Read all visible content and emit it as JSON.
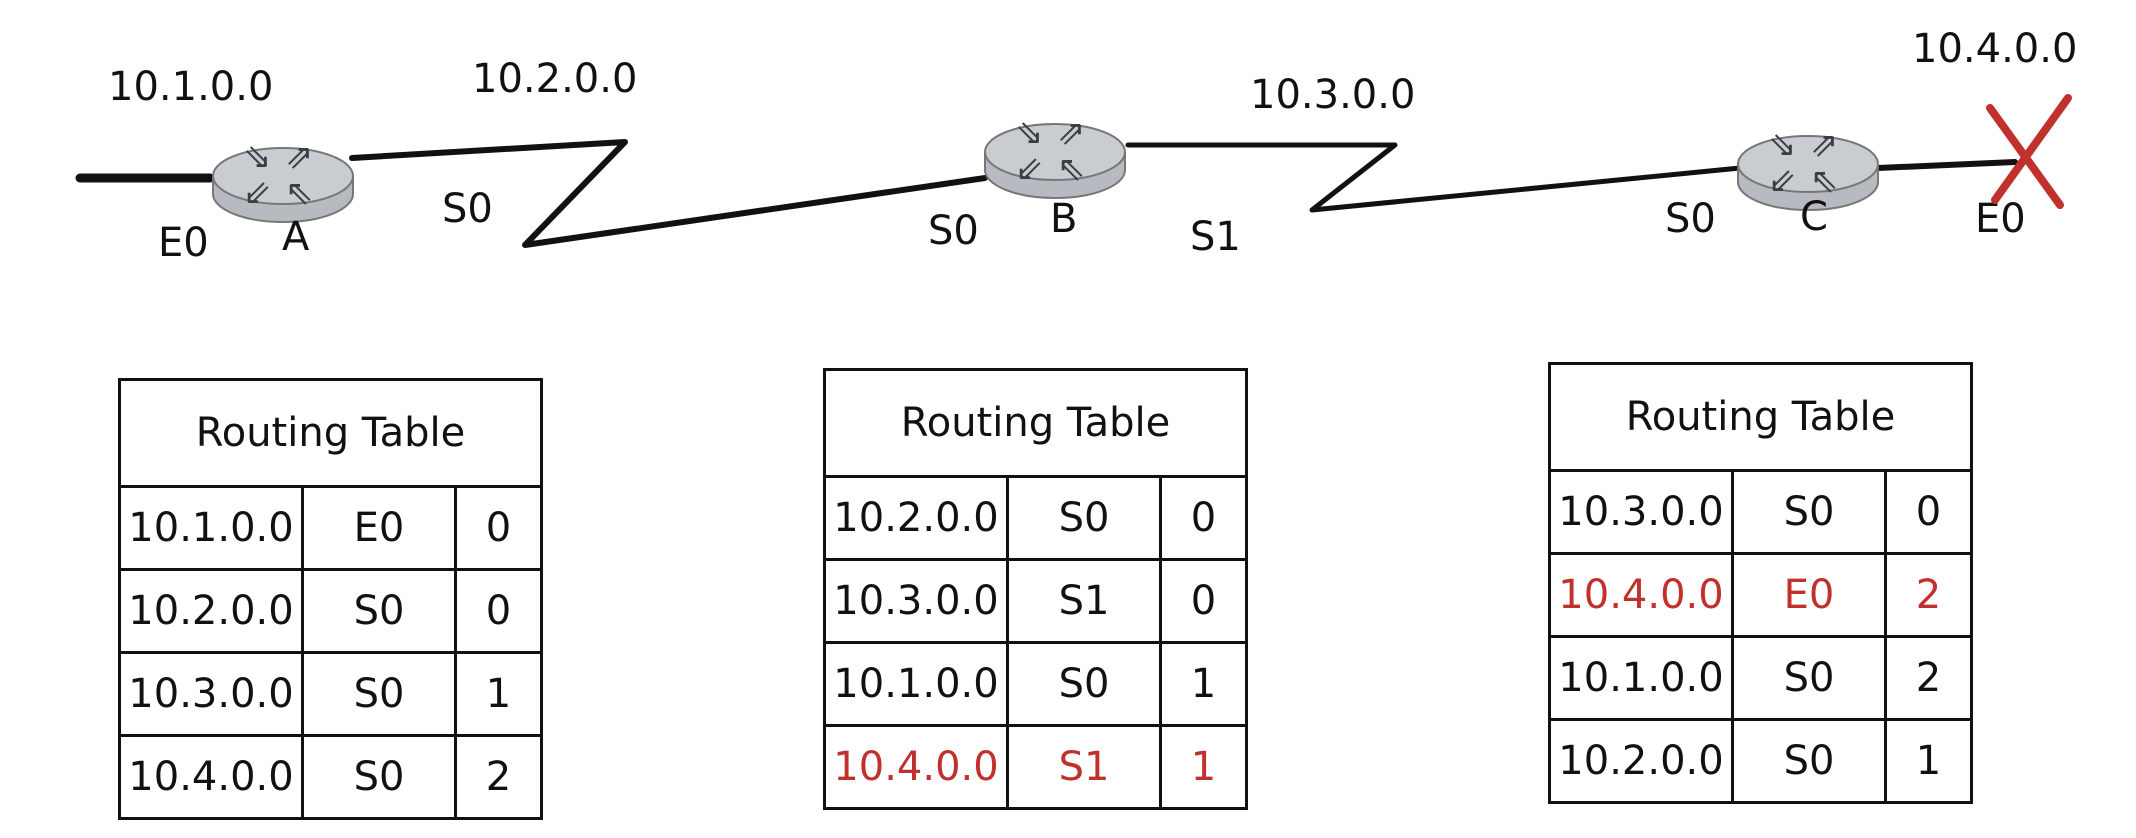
{
  "networks": [
    "10.1.0.0",
    "10.2.0.0",
    "10.3.0.0",
    "10.4.0.0"
  ],
  "routers": [
    {
      "name": "A",
      "ports": [
        "E0",
        "S0"
      ]
    },
    {
      "name": "B",
      "ports": [
        "S0",
        "S1"
      ]
    },
    {
      "name": "C",
      "ports": [
        "S0",
        "E0"
      ]
    }
  ],
  "tables": [
    {
      "title": "Routing Table",
      "rows": [
        {
          "net": "10.1.0.0",
          "iface": "E0",
          "hops": "0",
          "highlight": false
        },
        {
          "net": "10.2.0.0",
          "iface": "S0",
          "hops": "0",
          "highlight": false
        },
        {
          "net": "10.3.0.0",
          "iface": "S0",
          "hops": "1",
          "highlight": false
        },
        {
          "net": "10.4.0.0",
          "iface": "S0",
          "hops": "2",
          "highlight": false
        }
      ]
    },
    {
      "title": "Routing Table",
      "rows": [
        {
          "net": "10.2.0.0",
          "iface": "S0",
          "hops": "0",
          "highlight": false
        },
        {
          "net": "10.3.0.0",
          "iface": "S1",
          "hops": "0",
          "highlight": false
        },
        {
          "net": "10.1.0.0",
          "iface": "S0",
          "hops": "1",
          "highlight": false
        },
        {
          "net": "10.4.0.0",
          "iface": "S1",
          "hops": "1",
          "highlight": true
        }
      ]
    },
    {
      "title": "Routing Table",
      "rows": [
        {
          "net": "10.3.0.0",
          "iface": "S0",
          "hops": "0",
          "highlight": false
        },
        {
          "net": "10.4.0.0",
          "iface": "E0",
          "hops": "2",
          "highlight": true
        },
        {
          "net": "10.1.0.0",
          "iface": "S0",
          "hops": "2",
          "highlight": false
        },
        {
          "net": "10.2.0.0",
          "iface": "S0",
          "hops": "1",
          "highlight": false
        }
      ]
    }
  ],
  "colors": {
    "ink": "#111111",
    "highlight": "#c0302c",
    "router": "#c9ccd1"
  },
  "failure_marker": "x-mark-icon"
}
